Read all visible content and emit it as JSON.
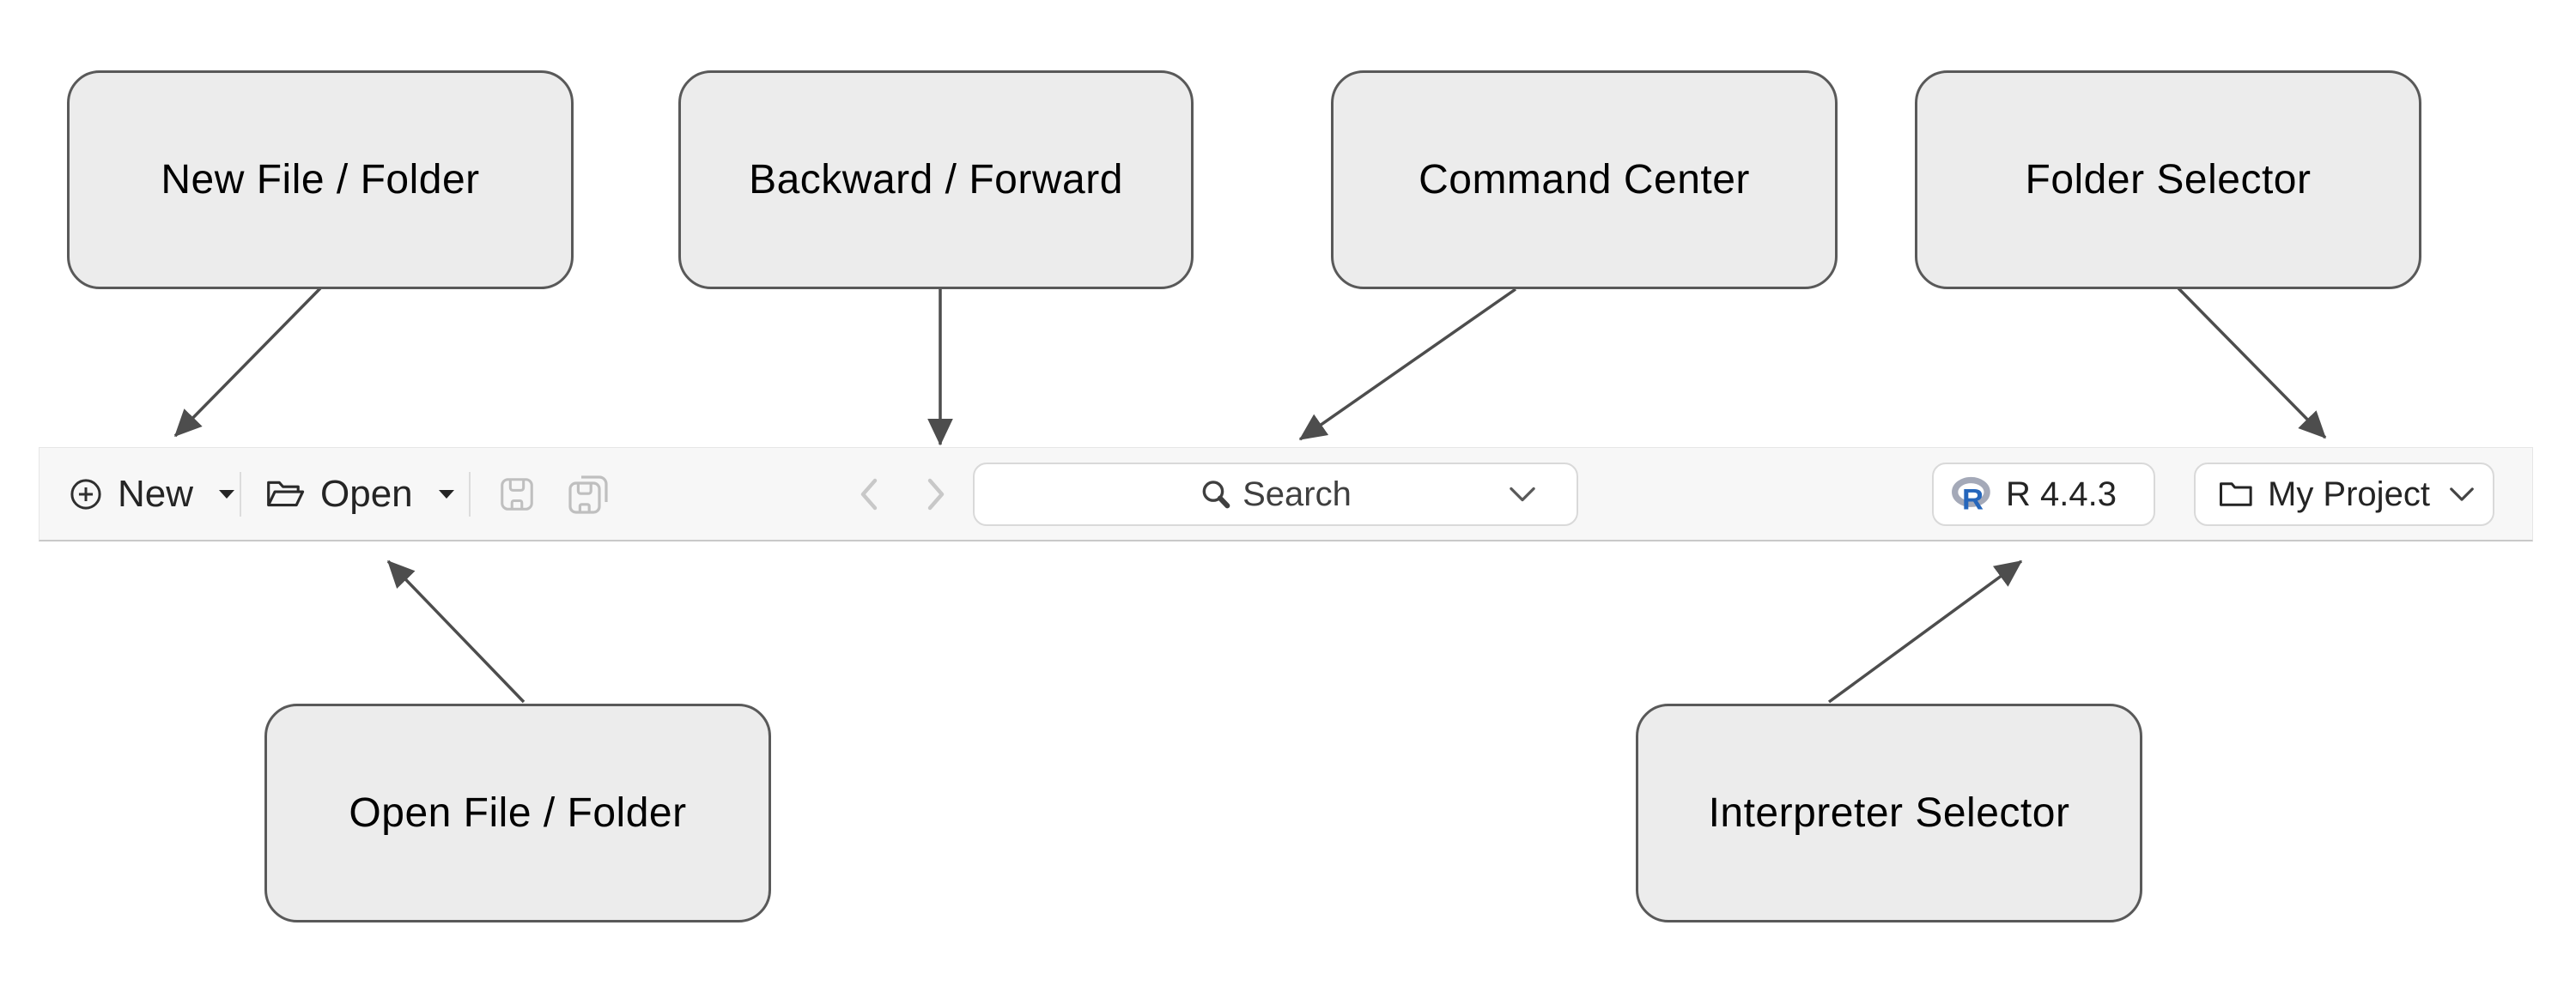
{
  "callouts": [
    {
      "label": "New File / Folder"
    },
    {
      "label": "Backward / Forward"
    },
    {
      "label": "Command Center"
    },
    {
      "label": "Folder Selector"
    },
    {
      "label": "Open File / Folder"
    },
    {
      "label": "Interpreter Selector"
    }
  ],
  "toolbar": {
    "new_label": "New",
    "open_label": "Open",
    "search_label": "Search",
    "interpreter_label": "R 4.4.3",
    "interpreter_language": "R",
    "project_label": "My Project"
  },
  "icons": {
    "new": "plus-circle-icon",
    "open": "open-folder-icon",
    "save": "save-floppy-icon",
    "save_all": "save-all-floppy-icon",
    "back": "chevron-left-icon",
    "forward": "chevron-right-icon",
    "search": "magnifier-icon",
    "search_dropdown": "chevron-down-icon",
    "interpreter": "r-language-logo-icon",
    "project": "folder-icon",
    "project_dropdown": "chevron-down-icon"
  },
  "colors": {
    "callout_fill": "#ececec",
    "callout_border": "#595959",
    "callout_text": "#000000",
    "arrow": "#4d4d4d",
    "toolbar_bg": "#f7f7f7",
    "toolbar_bottom_border": "#c9c9c9",
    "button_bg": "#ffffff",
    "button_border": "#d9d9d9",
    "text": "#242424",
    "disabled_icon": "#bfbfbf",
    "nav_disabled": "#c8c8c8",
    "r_logo_blue": "#2566bb",
    "r_logo_gray": "#a4a9b8"
  }
}
